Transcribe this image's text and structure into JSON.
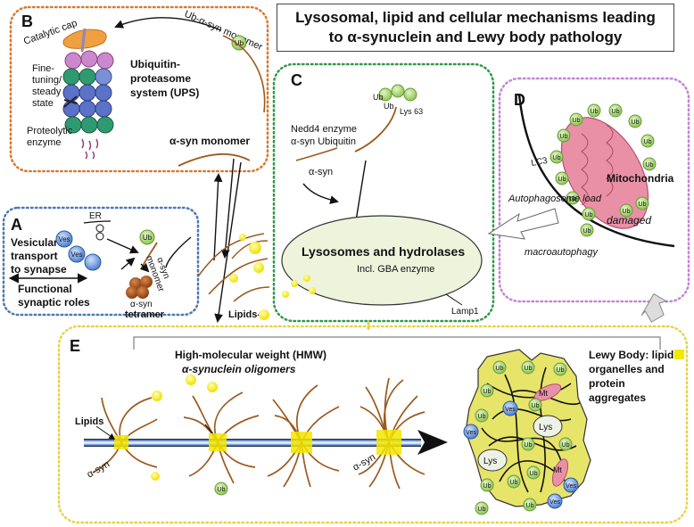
{
  "title": {
    "line1": "Lysosomal, lipid and cellular mechanisms leading",
    "line2": "to α-synuclein and Lewy body pathology"
  },
  "panels": {
    "a": {
      "letter": "A",
      "er": "ER",
      "vesicular_1": "Vesicular",
      "vesicular_2": "transport",
      "vesicular_3": "to synapse",
      "functional_1": "Functional",
      "functional_2": "synaptic roles",
      "ves": "Ves",
      "monomer_1": "α-syn",
      "monomer_2": "monomer",
      "tetramer_1": "α-syn",
      "tetramer_2": "tetramer"
    },
    "b": {
      "letter": "B",
      "catalytic_cap": "Catalytic cap",
      "fine_1": "Fine-",
      "fine_2": "tuning/",
      "fine_3": "steady",
      "fine_4": "state",
      "proteolytic_1": "Proteolytic",
      "proteolytic_2": "enzyme",
      "ups_1": "Ubiquitin-",
      "ups_2": "proteasome",
      "ups_3": "system (UPS)",
      "ub_monomer": "Ub-α-syn monomer",
      "asyn_monomer": "α-syn monomer"
    },
    "c": {
      "letter": "C",
      "lys63": "Lys 63",
      "nedd4_1": "Nedd4 enzyme",
      "nedd4_2": "α-syn Ubiquitin",
      "asyn": "α-syn",
      "lysosome_1": "Lysosomes and hydrolases",
      "lysosome_2": "Incl. GBA enzyme",
      "lamp1": "Lamp1",
      "lipids": "Lipids-"
    },
    "d": {
      "letter": "D",
      "lc3": "LC3",
      "autophagosome": "Autophagosome load",
      "mitochondria": "Mitochondria",
      "damaged": "damaged",
      "macroautophagy": "macroautophagy"
    },
    "e": {
      "letter": "E",
      "hmw_1": "High-molecular weight (HMW)",
      "hmw_2": "α-synuclein oligomers",
      "lipids": "Lipids",
      "asyn": "α-syn",
      "asyn_2": "α-syn",
      "lewy_1": "Lewy Body: lipids",
      "lewy_2": "organelles and",
      "lewy_3": "protein",
      "lewy_4": "aggregates",
      "lys": "Lys",
      "mt": "Mt",
      "ves": "Ves"
    }
  },
  "ub": "Ub",
  "colors": {
    "orange_border": "#d9782e",
    "blue_border": "#4a78b8",
    "green_border": "#2f9a46",
    "purple_border": "#c583d6",
    "yellow_border": "#e8d24a",
    "brown_fiber": "#9c5a1e",
    "ub_green": "#a6d66b",
    "lipid_yellow": "#f3e600",
    "ves_blue": "#5f8fd6",
    "mito_pink": "#e990a6",
    "lysosome_fill": "#eef4dc",
    "lewy_fill": "#e7e46a"
  }
}
